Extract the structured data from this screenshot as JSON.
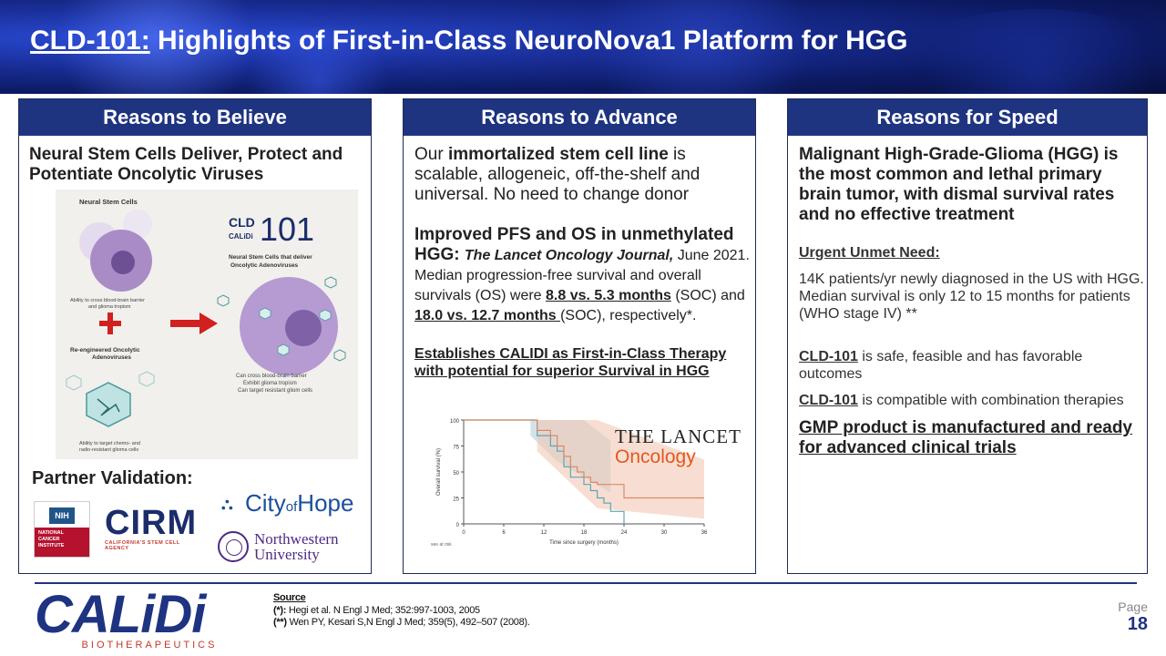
{
  "header": {
    "title_code": "CLD-101:",
    "title_rest": " Highlights of First-in-Class NeuroNova1 Platform for HGG"
  },
  "panel_believe": {
    "heading": "Reasons to Believe",
    "subheading": "Neural Stem Cells Deliver, Protect and Potentiate Oncolytic Viruses",
    "diagram": {
      "nsc_label": "Neural Stem Cells",
      "nsc_caption": "Ability to cross blood-brain barrier and glioma tropism",
      "virus_label": "Re-engineered Oncolytic Adenoviruses",
      "virus_caption": "Ability to target chemo- and radio-resistant glioma cells",
      "brand_cld": "CLD",
      "brand_calidi": "CALiDi",
      "brand_num": "101",
      "result_label": "Neural Stem Cells that deliver Oncolytic Adenoviruses",
      "result_caption_1": "Can cross blood-brain barrier",
      "result_caption_2": "Exhibit glioma tropism",
      "result_caption_3": "Can target resistant gliom cells"
    },
    "partner_label": "Partner Validation:",
    "logos": {
      "nih_badge": "NIH",
      "nih_text": "NATIONAL CANCER INSTITUTE",
      "cirm": "CIRM",
      "cirm_sub": "CALIFORNIA'S STEM CELL AGENCY",
      "coh_city": "City",
      "coh_of": "of",
      "coh_hope": "Hope",
      "nw_1": "Northwestern",
      "nw_2": "University"
    }
  },
  "panel_advance": {
    "heading": "Reasons to Advance",
    "intro_1": "Our ",
    "intro_bold": "immortalized stem cell line",
    "intro_2": " is scalable, allogeneic, off-the-shelf and universal. No need to change donor",
    "pfs_head": "Improved PFS and OS in unmethylated HGG: ",
    "pfs_journal": "The Lancet Oncology",
    "pfs_journal_tail": " Journal,",
    "pfs_1": " June 2021.  Median progression-free survival and overall survivals (OS) were ",
    "pfs_u1": "8.8 vs. 5.3 months",
    "pfs_2": " (SOC) and ",
    "pfs_u2": "18.0 vs. 12.7 months ",
    "pfs_3": "(SOC), respectively*.",
    "establish": "Establishes CALIDI as First-in-Class Therapy with potential for superior Survival in HGG",
    "lancet_top": "THE LANCET",
    "lancet_sub": "Oncology",
    "chart_data": {
      "type": "line",
      "ylabel": "Overall survival (%)",
      "xlabel": "Time since surgery (months)",
      "x_ticks": [
        "0",
        "6",
        "12",
        "18",
        "24",
        "30",
        "36"
      ],
      "y_ticks": [
        "0",
        "25",
        "50",
        "75",
        "100"
      ],
      "ylim": [
        0,
        100
      ],
      "xlim": [
        0,
        36
      ],
      "series": [
        {
          "color": "#5aa7b8",
          "x": [
            0,
            10,
            11,
            12,
            13,
            14,
            15,
            16,
            17,
            18,
            19,
            20,
            21,
            22,
            24
          ],
          "y": [
            100,
            100,
            85,
            85,
            75,
            70,
            55,
            45,
            45,
            38,
            32,
            25,
            20,
            12,
            0
          ]
        },
        {
          "color": "#d98a6b",
          "x": [
            0,
            10,
            11,
            12,
            13,
            14,
            15,
            16,
            17,
            18,
            19,
            20,
            24,
            36
          ],
          "y": [
            100,
            100,
            90,
            90,
            85,
            75,
            65,
            55,
            50,
            45,
            40,
            38,
            25,
            25
          ]
        }
      ],
      "footnote": "see at risk"
    }
  },
  "panel_speed": {
    "heading": "Reasons for Speed",
    "head": "Malignant High-Grade-Glioma (HGG) is the most common and lethal primary brain tumor, with dismal survival rates and no effective treatment",
    "unmet": "Urgent Unmet Need:",
    "stat_1": "14K patients/yr newly diagnosed in the US with HGG.",
    "stat_2": "Median survival is only 12 to 15 months for patients (WHO stage IV) **",
    "safe_code": "CLD-101",
    "safe_text": " is safe, feasible and has favorable outcomes",
    "combo_code": "CLD-101",
    "combo_text": " is compatible with combination therapies",
    "gmp": "GMP product is manufactured and ready for advanced clinical trials"
  },
  "footer": {
    "logo_word": "CALiDi",
    "logo_sub": "BIOTHERAPEUTICS",
    "source_head": "Source",
    "src1_mark": "(*):",
    "src1": " Hegi et al. N Engl J Med; 352:997-1003, 2005",
    "src2_mark": "(**)",
    "src2": " Wen PY, Kesari S,N Engl J Med; 359(5), 492–507 (2008).",
    "page_label": "Page",
    "page_num": "18"
  },
  "colors": {
    "navy": "#1f3480",
    "lancet_orange": "#e05a1e"
  }
}
